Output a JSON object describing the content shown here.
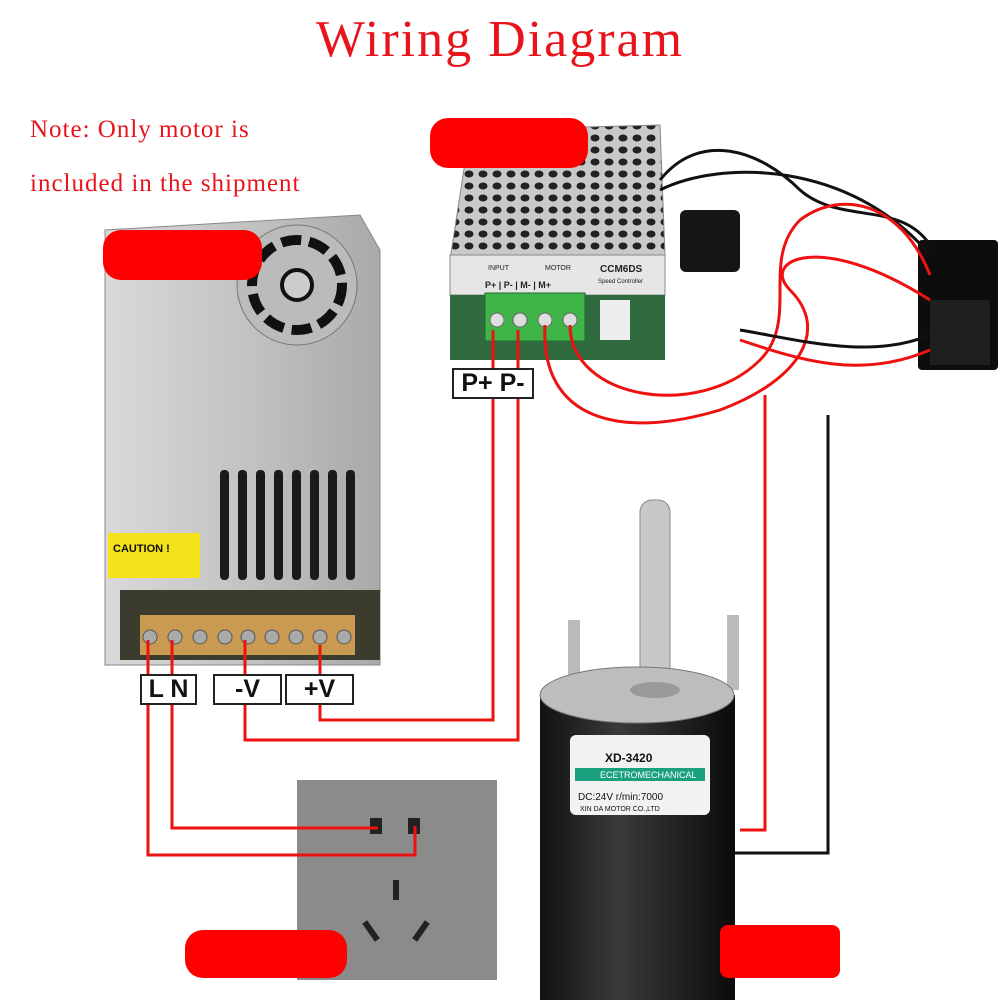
{
  "title": "Wiring Diagram",
  "note": {
    "line1": "Note: Only motor is",
    "line2": "included in the shipment"
  },
  "power_supply": {
    "caution_label": "CAUTION !",
    "terminals": {
      "ln": "L N",
      "neg_v": "-V",
      "pos_v": "+V"
    }
  },
  "controller": {
    "model": "CCM6DS",
    "subtitle": "Speed Controller",
    "input_label": "INPUT",
    "motor_label": "MOTOR",
    "terminal_row": "P+ | P- | M- | M+",
    "wiring_label": "P+ P-"
  },
  "motor": {
    "model": "XD-3420",
    "band": "ECETROMECHANICAL",
    "spec": "DC:24V  r/min:7000",
    "maker": "XIN DA MOTOR CO.,LTD"
  },
  "colors": {
    "accent": "#e8141c",
    "wire_red": "#e11",
    "wire_black": "#111"
  }
}
